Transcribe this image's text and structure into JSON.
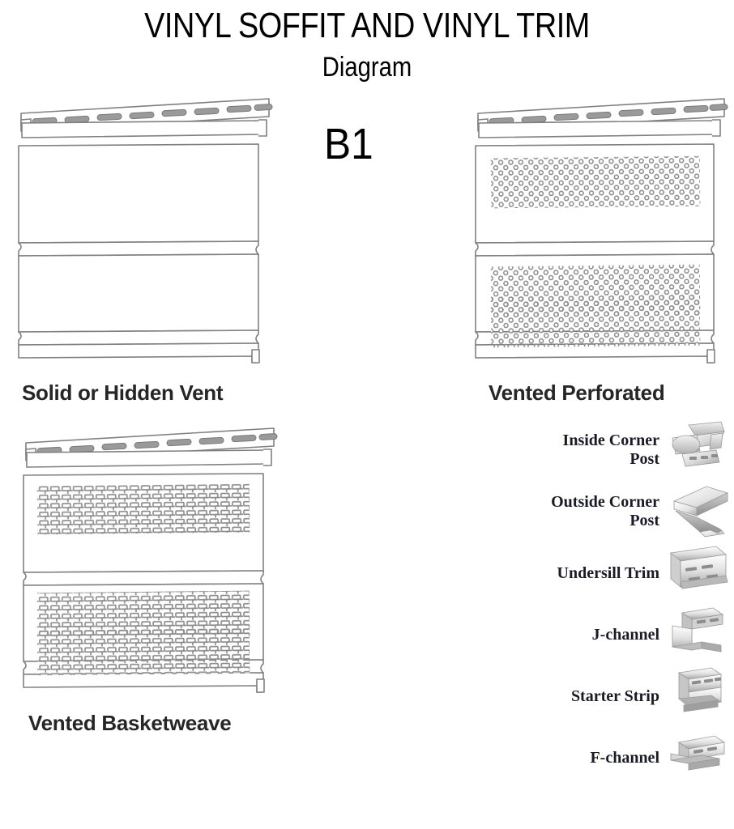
{
  "document": {
    "title": "VINYL SOFFIT AND VINYL TRIM",
    "subtitle": "Diagram",
    "code": "B1"
  },
  "panels": [
    {
      "id": "solid-or-hidden-vent",
      "caption": "Solid or Hidden Vent",
      "style": "solid",
      "sections": 3,
      "nail_slots": 8
    },
    {
      "id": "vented-perforated",
      "caption": "Vented Perforated",
      "style": "perforated-circles",
      "sections": 3,
      "nail_slots": 8,
      "hole_rows": 5,
      "hole_columns": 24
    },
    {
      "id": "vented-basketweave",
      "caption": "Vented Basketweave",
      "style": "basketweave-rectangles",
      "sections": 3,
      "nail_slots": 8,
      "slot_rows": 6,
      "slot_columns": 22
    }
  ],
  "trim_items": [
    {
      "label": "Inside Corner Post",
      "icon": "inside-corner-post-icon"
    },
    {
      "label": "Outside Corner Post",
      "icon": "outside-corner-post-icon"
    },
    {
      "label": "Undersill Trim",
      "icon": "undersill-trim-icon"
    },
    {
      "label": "J-channel",
      "icon": "j-channel-icon"
    },
    {
      "label": "Starter Strip",
      "icon": "starter-strip-icon"
    },
    {
      "label": "F-channel",
      "icon": "f-channel-icon"
    }
  ],
  "colors": {
    "line": "#808080",
    "line_dark": "#6b6b6b",
    "fill": "#ffffff",
    "vent_fill": "#8c8c8c",
    "text": "#262626",
    "trim_text": "#1b1b28",
    "background": "#ffffff"
  }
}
